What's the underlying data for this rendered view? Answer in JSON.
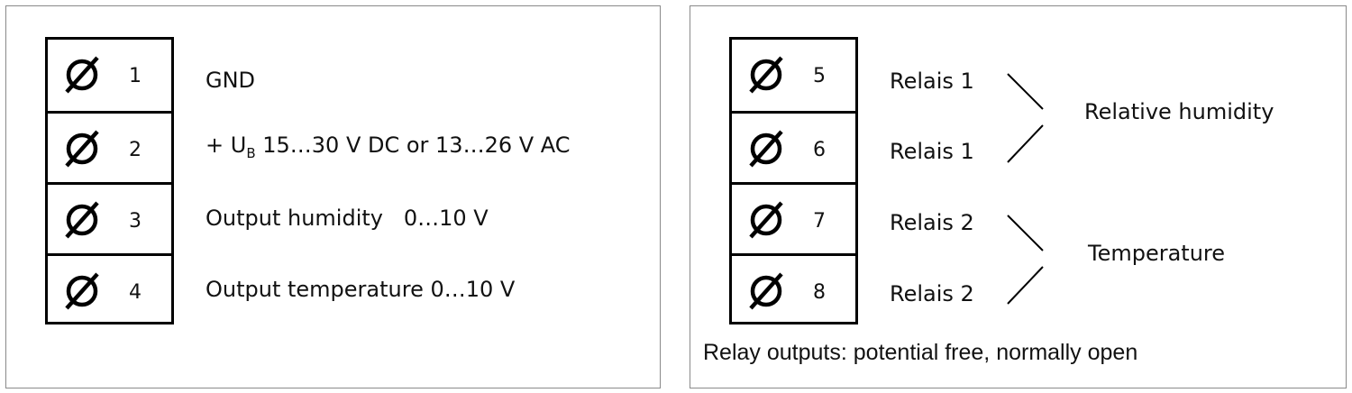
{
  "left_panel": {
    "terminals": [
      {
        "number": "1",
        "label": "GND"
      },
      {
        "number": "2",
        "label_prefix": "+ U",
        "label_sub": "B",
        "label_rest": " 15…30 V DC or 13…26 V AC"
      },
      {
        "number": "3",
        "label": "Output humidity   0…10 V"
      },
      {
        "number": "4",
        "label": "Output temperature 0…10 V"
      }
    ]
  },
  "right_panel": {
    "terminals": [
      {
        "number": "5",
        "label": "Relais 1"
      },
      {
        "number": "6",
        "label": "Relais 1"
      },
      {
        "number": "7",
        "label": "Relais 2"
      },
      {
        "number": "8",
        "label": "Relais 2"
      }
    ],
    "groups": [
      {
        "label": "Relative humidity"
      },
      {
        "label": "Temperature"
      }
    ],
    "note": "Relay outputs: potential free, normally open"
  },
  "icons": {
    "screw": "screw-terminal-icon"
  }
}
